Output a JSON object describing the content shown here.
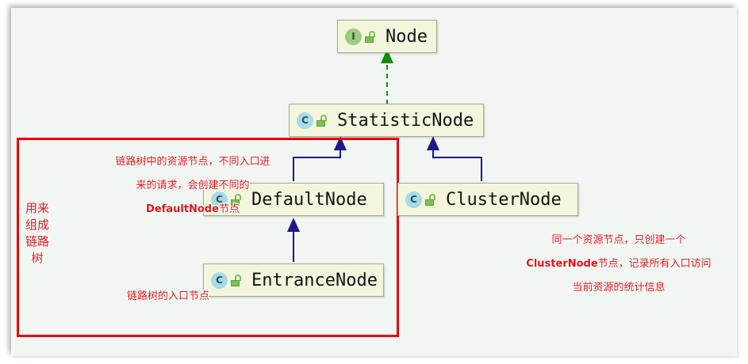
{
  "diagram": {
    "title": "Sentinel Node class hierarchy",
    "canvas_bg": "#f2f6f2",
    "box_fill": "#f3f6dd",
    "box_border": "#a9a98e",
    "inherit_color": "#1a1a8c",
    "implement_color": "#138a13",
    "annotation_color": "#ee1111"
  },
  "nodes": [
    {
      "id": "node",
      "name": "Node",
      "stereotype": "I",
      "visibility": "public",
      "icon": "interface-badge"
    },
    {
      "id": "statistic",
      "name": "StatisticNode",
      "stereotype": "C",
      "visibility": "public",
      "icon": "class-badge"
    },
    {
      "id": "default",
      "name": "DefaultNode",
      "stereotype": "C",
      "visibility": "public",
      "icon": "class-badge"
    },
    {
      "id": "cluster",
      "name": "ClusterNode",
      "stereotype": "C",
      "visibility": "public",
      "icon": "class-badge"
    },
    {
      "id": "entrance",
      "name": "EntranceNode",
      "stereotype": "C",
      "visibility": "public",
      "icon": "class-badge"
    }
  ],
  "relations": [
    {
      "from": "statistic",
      "to": "node",
      "type": "implements",
      "style": "dashed",
      "color": "#138a13"
    },
    {
      "from": "default",
      "to": "statistic",
      "type": "extends",
      "style": "solid",
      "color": "#1a1a8c"
    },
    {
      "from": "cluster",
      "to": "statistic",
      "type": "extends",
      "style": "solid",
      "color": "#1a1a8c"
    },
    {
      "from": "entrance",
      "to": "default",
      "type": "extends",
      "style": "solid",
      "color": "#1a1a8c"
    }
  ],
  "annotations": {
    "default_node_note": {
      "line1": "链路树中的资源节点，不同入口进",
      "line2": "来的请求，会创建不同的",
      "line3_bold": "DefaultNode",
      "line3_rest": "节点"
    },
    "cluster_node_note": {
      "line1": "同一个资源节点，只创建一个",
      "line2_bold": "ClusterNode",
      "line2_rest": "节点，记录所有入口访问",
      "line3": "当前资源的统计信息"
    },
    "entrance_node_note": "链路树的入口节点",
    "group_label": "用来\n组成\n链路\n树"
  }
}
